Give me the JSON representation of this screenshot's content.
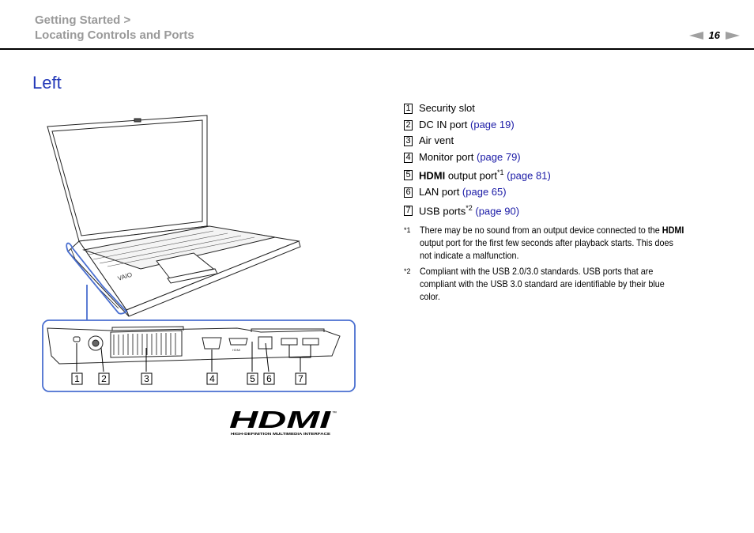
{
  "header": {
    "breadcrumb_line1": "Getting Started >",
    "breadcrumb_line2": "Locating Controls and Ports",
    "page_number": "16"
  },
  "section_title": "Left",
  "items": [
    {
      "num": "1",
      "text": "Security slot",
      "link": ""
    },
    {
      "num": "2",
      "text": "DC IN port ",
      "link": "(page 19)"
    },
    {
      "num": "3",
      "text": "Air vent",
      "link": ""
    },
    {
      "num": "4",
      "text": "Monitor port ",
      "link": "(page 79)"
    },
    {
      "num": "5",
      "bold": "HDMI",
      "text": " output port",
      "sup": "*1",
      "link": " (page 81)"
    },
    {
      "num": "6",
      "text": "LAN port ",
      "link": "(page 65)"
    },
    {
      "num": "7",
      "text": "USB ports",
      "sup": "*2",
      "link": " (page 90)"
    }
  ],
  "footnotes": [
    {
      "mark": "*1",
      "text_before": "There may be no sound from an output device connected to the ",
      "bold": "HDMI",
      "text_after": " output port for the first few seconds after playback starts. This does not indicate a malfunction."
    },
    {
      "mark": "*2",
      "text": "Compliant with the USB 2.0/3.0 standards. USB ports that are compliant with the USB 3.0 standard are identifiable by their blue color."
    }
  ],
  "figure": {
    "callouts": [
      "1",
      "2",
      "3",
      "4",
      "5",
      "6",
      "7"
    ],
    "hdmi_logo_text": "HDMI",
    "hdmi_tm": "™",
    "hdmi_tagline": "HIGH-DEFINITION MULTIMEDIA INTERFACE",
    "port_label_hdmi": "HDMI",
    "brand_logo": "VAIO"
  },
  "colors": {
    "link": "#1a1aa6",
    "title": "#2339b8",
    "callout_frame": "#4a6fd0",
    "breadcrumb": "#9a9a9a"
  }
}
